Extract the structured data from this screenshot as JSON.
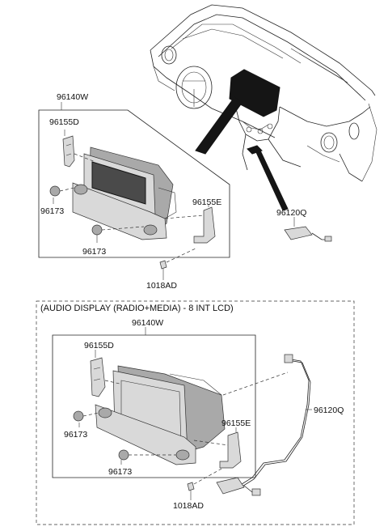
{
  "labels": {
    "top_assembly": "96140W",
    "top_bracket_left": "96155D",
    "top_knob_left": "96173",
    "top_knob_bottom": "96173",
    "top_bracket_right": "96155E",
    "top_screw": "1018AD",
    "top_cable": "96120Q",
    "bottom_caption": "(AUDIO DISPLAY (RADIO+MEDIA) - 8 INT LCD)",
    "bottom_assembly": "96140W",
    "bottom_bracket_left": "96155D",
    "bottom_knob_left": "96173",
    "bottom_knob_bottom": "96173",
    "bottom_bracket_right": "96155E",
    "bottom_screw": "1018AD",
    "bottom_cable": "96120Q"
  }
}
